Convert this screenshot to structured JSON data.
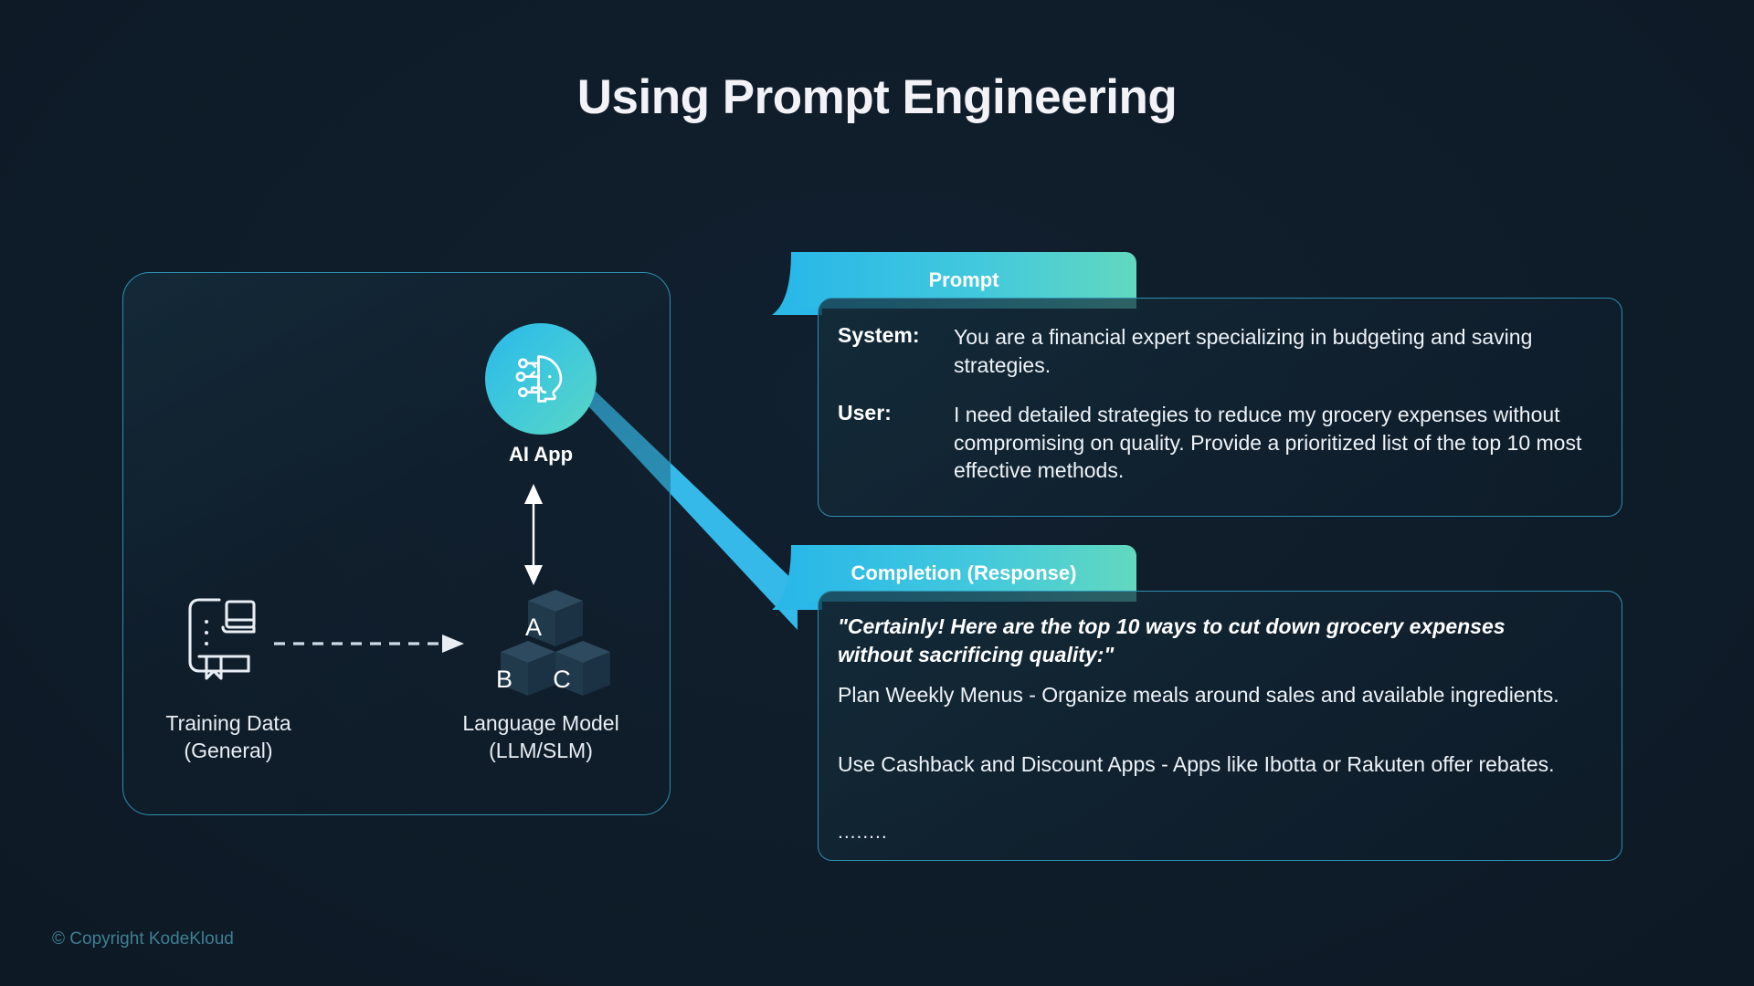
{
  "slide": {
    "title": "Using Prompt Engineering",
    "footer": "© Copyright KodeKloud",
    "background_color": "#101e2c",
    "accent_color": "#29b8e8",
    "accent_color_2": "#62d8bf",
    "border_color": "#2e8fae"
  },
  "diagram": {
    "ai_app": {
      "label": "AI App",
      "icon": "ai-head-circuit-icon"
    },
    "training_data": {
      "label_line1": "Training Data",
      "label_line2": "(General)",
      "icon": "book-bookmark-icon"
    },
    "language_model": {
      "label_line1": "Language Model",
      "label_line2": "(LLM/SLM)",
      "icon": "stacked-blocks-icon",
      "blocks": [
        "A",
        "B",
        "C"
      ]
    },
    "connectors": {
      "dashed_arrow": "dashed-arrow-right-icon",
      "vertical_arrow": "double-headed-vertical-arrow-icon",
      "beam": "pointer-beam-connector"
    }
  },
  "prompt_card": {
    "tab_label": "Prompt",
    "rows": [
      {
        "label": "System:",
        "text": "You are a financial expert specializing in budgeting and saving strategies."
      },
      {
        "label": "User:",
        "text": "I need detailed strategies to reduce my grocery expenses without compromising on quality. Provide a prioritized list of the top 10 most effective methods."
      }
    ]
  },
  "completion_card": {
    "tab_label": "Completion (Response)",
    "quote": "\"Certainly! Here are the top 10 ways to cut down grocery expenses without sacrificing quality:\"",
    "items": [
      "Plan Weekly Menus - Organize meals around sales and available ingredients.",
      "Use Cashback and Discount Apps - Apps like Ibotta or Rakuten offer rebates."
    ],
    "ellipsis": "........"
  }
}
